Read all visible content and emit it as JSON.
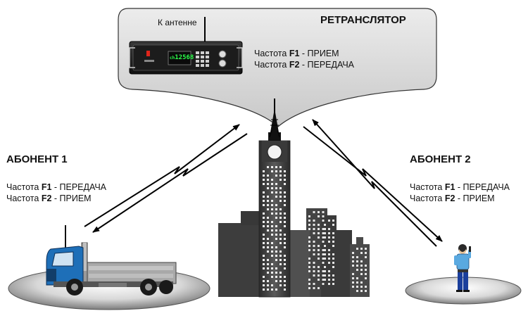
{
  "repeater": {
    "title": "РЕТРАНСЛЯТОР",
    "antenna_label": "К антенне",
    "display_value": "12568",
    "freq1": {
      "prefix": "Частота ",
      "band": "F1",
      "mode": " - ПРИЕМ"
    },
    "freq2": {
      "prefix": "Частота ",
      "band": "F2",
      "mode": " - ПЕРЕДАЧА"
    }
  },
  "subscriber1": {
    "title": "АБОНЕНТ 1",
    "freq1": {
      "prefix": "Частота ",
      "band": "F1",
      "mode": " - ПЕРЕДАЧА"
    },
    "freq2": {
      "prefix": "Частота ",
      "band": "F2",
      "mode": " - ПРИЕМ"
    }
  },
  "subscriber2": {
    "title": "АБОНЕНТ 2",
    "freq1": {
      "prefix": "Частота ",
      "band": "F1",
      "mode": " - ПЕРЕДАЧА"
    },
    "freq2": {
      "prefix": "Частота ",
      "band": "F2",
      "mode": " - ПРИЕМ"
    }
  },
  "colors": {
    "truck_cab": "#1e6fb8",
    "person_shirt": "#5aa9e0",
    "person_pants": "#1b3f9c",
    "building": "#4a4a4a",
    "led": "#e0261b",
    "display_text": "#2bff4a"
  }
}
